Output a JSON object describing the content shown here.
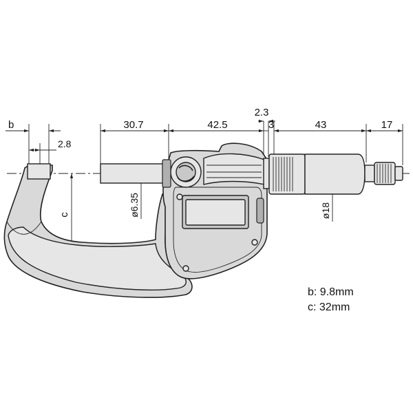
{
  "dimensions": {
    "b": "b",
    "d2_8": "2.8",
    "d30_7": "30.7",
    "d42_5": "42.5",
    "d2_3": "2.3",
    "d3": "3",
    "d43": "43",
    "d17": "17",
    "c": "c",
    "dia_spindle": "ø6.35",
    "dia_thimble": "ø18"
  },
  "legend": {
    "b": "b: 9.8mm",
    "c": "c: 32mm"
  }
}
